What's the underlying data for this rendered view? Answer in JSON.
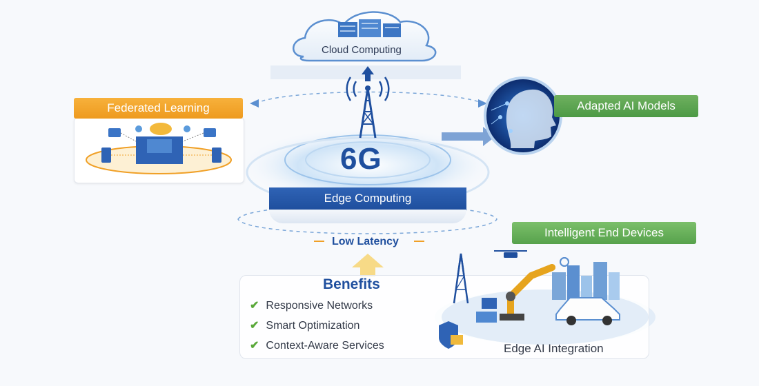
{
  "cloud": {
    "label": "Cloud Computing"
  },
  "federated": {
    "label": "Federated Learning"
  },
  "adapted": {
    "label": "Adapted AI Models"
  },
  "center": {
    "title": "6G",
    "edge_label": "Edge Computing"
  },
  "latency": {
    "label": "Low Latency"
  },
  "intelligent": {
    "label": "Intelligent End Devices"
  },
  "benefits": {
    "title": "Benefits",
    "items": [
      "Responsive Networks",
      "Smart Optimization",
      "Context-Aware Services"
    ]
  },
  "edge_ai": {
    "label": "Edge AI Integration"
  },
  "colors": {
    "primary_blue": "#1f4f9e",
    "orange": "#f0a027",
    "green": "#5aa83a"
  }
}
